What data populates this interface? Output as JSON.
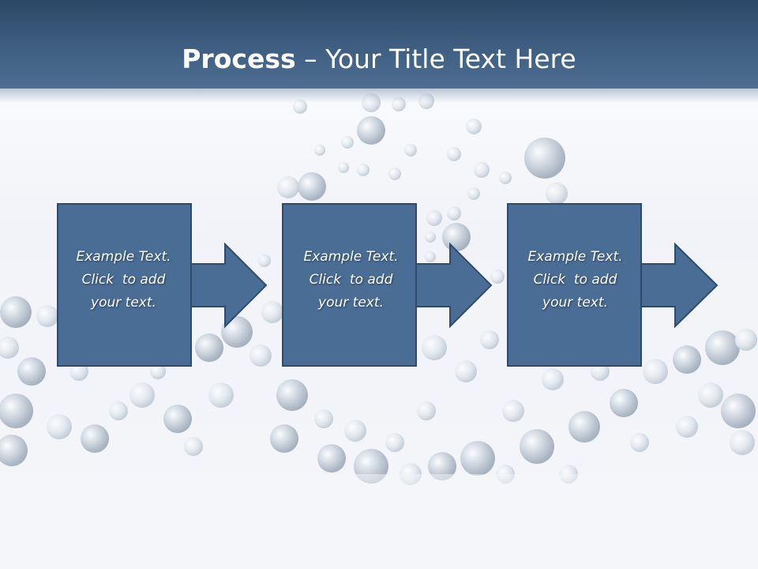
{
  "title": {
    "bold": "Process",
    "rest": " – Your Title Text Here"
  },
  "steps": [
    {
      "line1": "Example Text.",
      "line2": "Click  to add",
      "line3": "your text."
    },
    {
      "line1": "Example Text.",
      "line2": "Click  to add",
      "line3": "your text."
    },
    {
      "line1": "Example Text.",
      "line2": "Click  to add",
      "line3": "your text."
    }
  ],
  "colors": {
    "header": "#3f5f82",
    "box": "#4a6d95",
    "border": "#2e4b6e",
    "text": "#ffffff"
  },
  "decoration": "dna-helix-spheres-background"
}
